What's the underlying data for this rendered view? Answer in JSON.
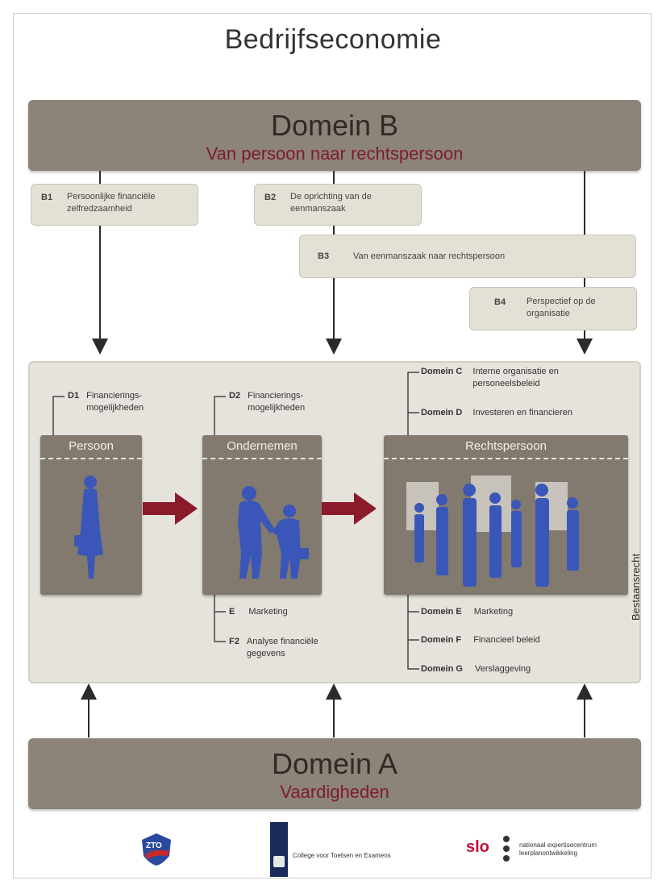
{
  "title": "Bedrijfseconomie",
  "domain_b": {
    "name": "Domein B",
    "subtitle": "Van persoon naar rechtspersoon"
  },
  "subdomains": [
    {
      "code": "B1",
      "text": "Persoonlijke financiële zelfredzaamheid"
    },
    {
      "code": "B2",
      "text": "De oprichting van de eenmanszaak"
    },
    {
      "code": "B3",
      "text": "Van eenmanszaak naar rechtspersoon"
    },
    {
      "code": "B4",
      "text": "Perspectief op de organisatie"
    }
  ],
  "entities": [
    {
      "label": "Persoon",
      "annotation_code": "D1",
      "annotation_text": "Financierings-mogelijkheden"
    },
    {
      "label": "Ondernemen",
      "annotation_code": "D2",
      "annotation_text": "Financierings-mogelijkheden"
    },
    {
      "label": "Rechtspersoon"
    }
  ],
  "rechtspersoon_top": [
    {
      "domain": "Domein C",
      "text": "Interne organisatie en personeelsbeleid"
    },
    {
      "domain": "Domein D",
      "text": "Investeren en financieren"
    }
  ],
  "ondernemen_bottom": [
    {
      "code": "E",
      "text": "Marketing"
    },
    {
      "code": "F2",
      "text": "Analyse financiële gegevens"
    }
  ],
  "rechtspersoon_bottom": [
    {
      "domain": "Domein E",
      "text": "Marketing"
    },
    {
      "domain": "Domein F",
      "text": "Financieel beleid"
    },
    {
      "domain": "Domein G",
      "text": "Verslaggeving"
    }
  ],
  "side_label": "Bestaansrecht",
  "domain_a": {
    "name": "Domein A",
    "subtitle": "Vaardigheden"
  },
  "footer": {
    "logo_1": "ZTO",
    "logo_2_text": "College voor Toetsen en Examens",
    "logo_3": "slo",
    "logo_3_text": "nationaal expertisecentrum leerplanontwikkeling"
  },
  "colors": {
    "bar": "#8c8478",
    "accent": "#7e1b2f",
    "figure": "#3a56b8",
    "arrow": "#8b1a2b"
  }
}
